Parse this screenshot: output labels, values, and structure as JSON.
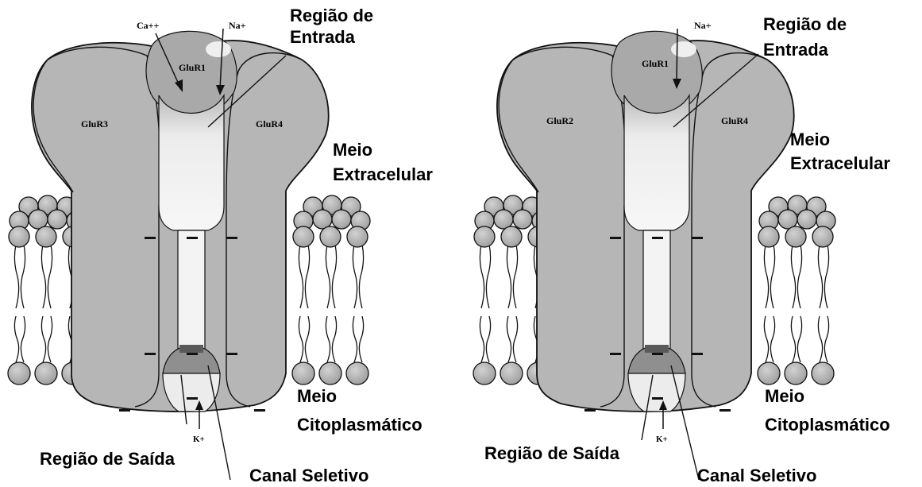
{
  "colors": {
    "background": "#ffffff",
    "protein_fill": "#b7b7b7",
    "protein_dark": "#9e9e9e",
    "pore_fill": "#f4f4f4",
    "lipid_head": "#b3b3b3",
    "stroke": "#111111"
  },
  "left_panel": {
    "ion_ca": "Ca++",
    "ion_na": "Na+",
    "ion_k": "K+",
    "subunit_top": "GluR1",
    "subunit_left": "GluR3",
    "subunit_right": "GluR4",
    "label_entrada_1": "Região de",
    "label_entrada_2": "Entrada",
    "label_extra_1": "Meio",
    "label_extra_2": "Extracelular",
    "label_cito_1": "Meio",
    "label_cito_2": "Citoplasmático",
    "label_saida": "Região de Saída",
    "label_canal": "Canal Seletivo"
  },
  "right_panel": {
    "ion_na": "Na+",
    "ion_k": "K+",
    "subunit_top": "GluR1",
    "subunit_left": "GluR2",
    "subunit_right": "GluR4",
    "label_entrada_1": "Região de",
    "label_entrada_2": "Entrada",
    "label_extra_1": "Meio",
    "label_extra_2": "Extracelular",
    "label_cito_1": "Meio",
    "label_cito_2": "Citoplasmático",
    "label_saida": "Região de Saída",
    "label_canal": "Canal Seletivo"
  }
}
